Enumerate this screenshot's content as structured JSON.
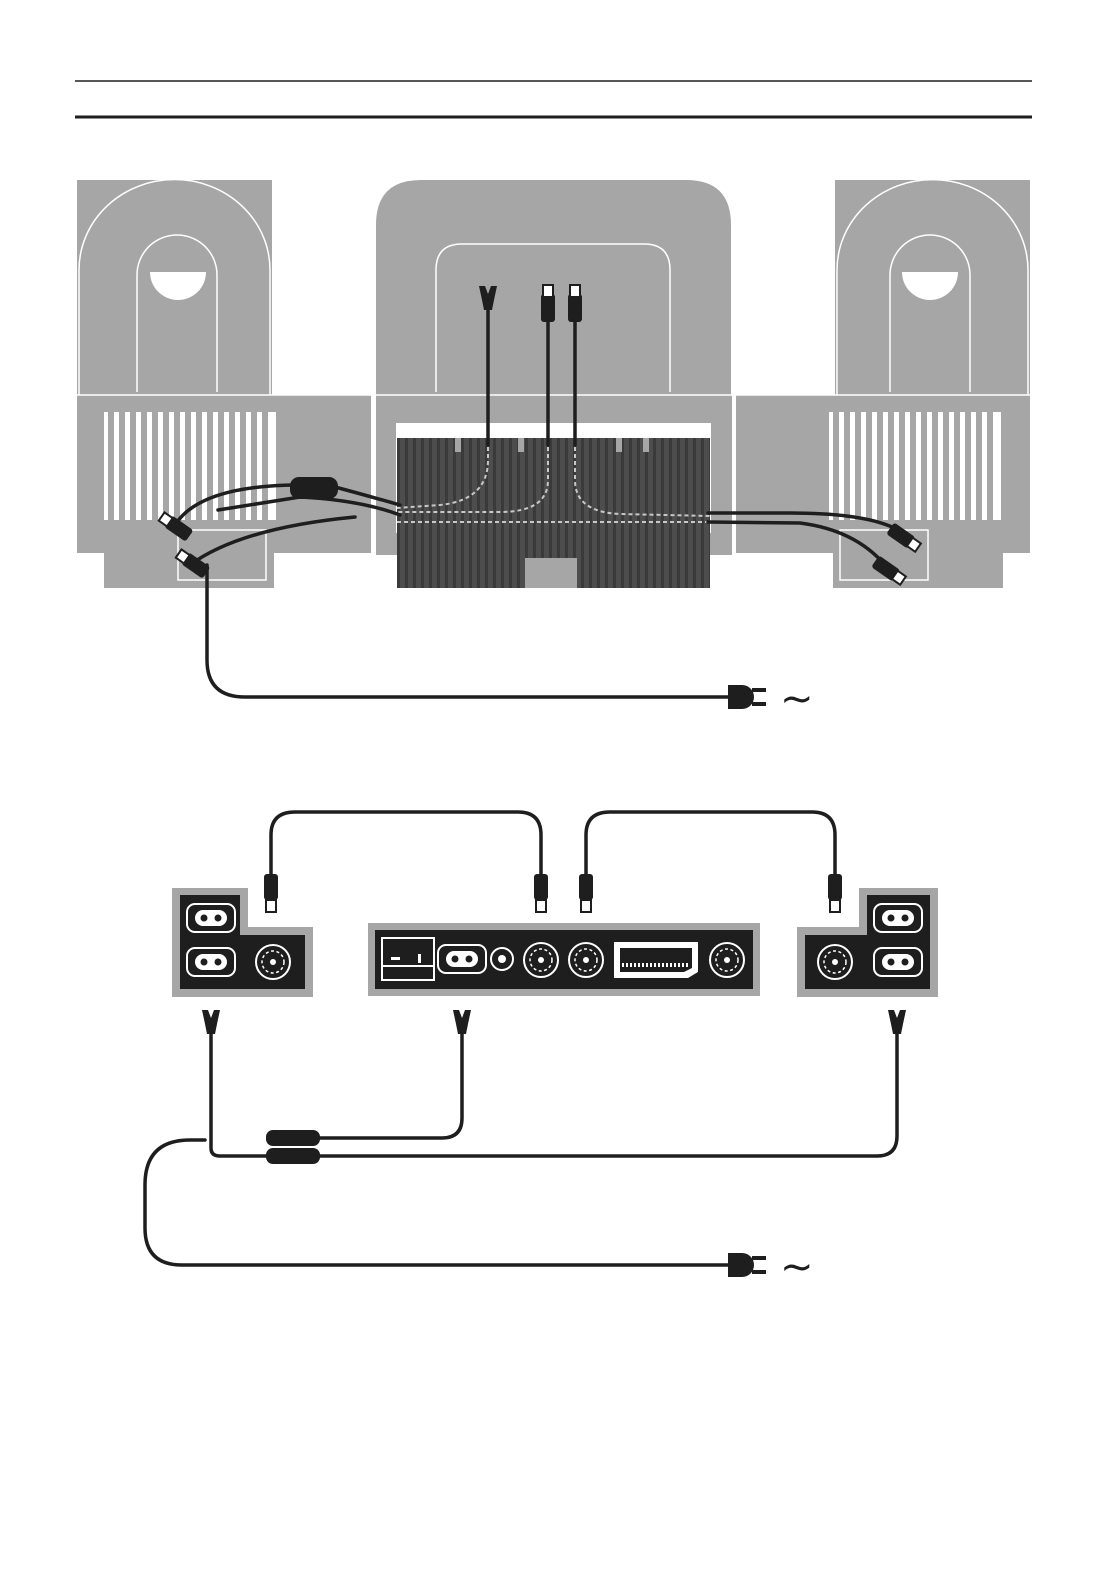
{
  "page": {
    "background": "#ffffff",
    "colors": {
      "housing": "#a6a6a6",
      "panel": "#1e1e1e",
      "cable": "#1e1e1e",
      "outline": "#ffffff",
      "rule": "#1e1e1e"
    }
  },
  "top_diagram": {
    "description_icons": [
      "speaker-left",
      "central-unit",
      "speaker-right",
      "mains-plug-icon"
    ],
    "mains_symbol": "~"
  },
  "bottom_diagram": {
    "description_icons": [
      "left-speaker-socket-panel",
      "central-socket-panel",
      "right-speaker-socket-panel",
      "mains-plug-icon"
    ],
    "mains_symbol": "~"
  }
}
